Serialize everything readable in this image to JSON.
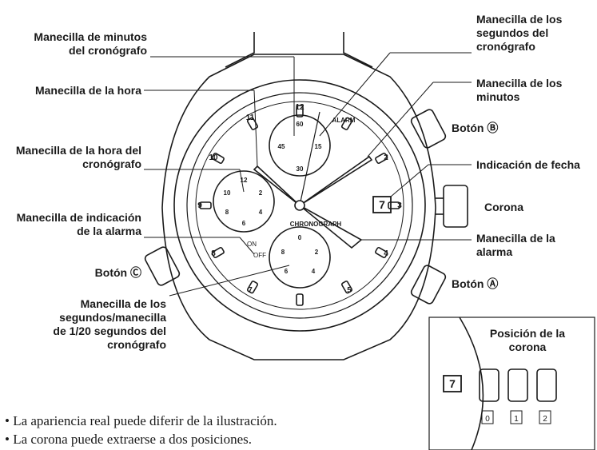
{
  "labels": {
    "chrono_minute": "Manecilla de minutos\ndel cronógrafo",
    "hour_hand": "Manecilla de la hora",
    "chrono_hour": "Manecilla de la hora del\ncronógrafo",
    "alarm_indicator": "Manecilla de indicación\nde la alarma",
    "button_c": "Botón Ⓒ",
    "chrono_second": "Manecilla de los\nsegundos/manecilla\nde 1/20 segundos del\ncronógrafo",
    "chrono_seconds_top": "Manecilla de los\nsegundos del\ncronógrafo",
    "minute_hand": "Manecilla de los\nminutos",
    "button_b": "Botón Ⓑ",
    "date": "Indicación de fecha",
    "crown": "Corona",
    "alarm_hand": "Manecilla de la\nalarma",
    "button_a": "Botón Ⓐ"
  },
  "dial": {
    "hour_numbers": [
      "12",
      "2",
      "3",
      "4",
      "5",
      "7",
      "8",
      "9",
      "10",
      "11"
    ],
    "alarm_text": "ALARM",
    "chrono_text": "CHRONOGRAPH",
    "date_value": "7",
    "top_subdial": [
      "60",
      "15",
      "30",
      "45"
    ],
    "left_subdial": [
      "12",
      "2",
      "4",
      "6",
      "8",
      "10"
    ],
    "bottom_subdial": [
      "0",
      "2",
      "4",
      "6",
      "8"
    ],
    "on_label": "ON",
    "off_label": "OFF"
  },
  "inset": {
    "title": "Posición de la\ncorona",
    "date_value": "7",
    "positions": [
      "0",
      "1",
      "2"
    ]
  },
  "notes": [
    "• La apariencia real puede diferir de la ilustración.",
    "• La corona puede extraerse a dos posiciones."
  ]
}
